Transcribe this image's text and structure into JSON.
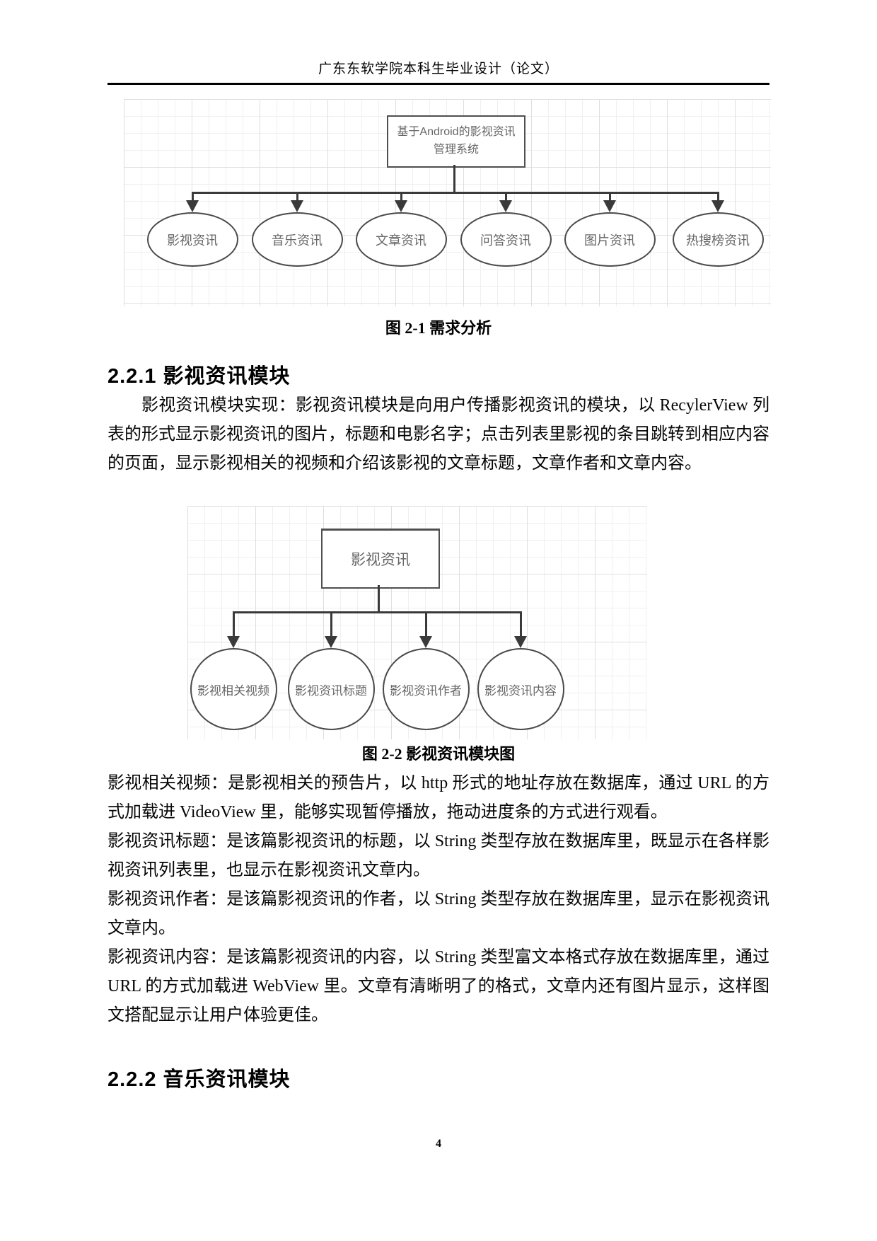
{
  "colors": {
    "diagram_line": "#3a3a3a",
    "diagram_border": "#4a4a4a",
    "diagram_text": "#666666",
    "grid_line": "#e8e8e8",
    "body_text": "#060606"
  },
  "header": {
    "title": "广东东软学院本科生毕业设计（论文）"
  },
  "figure1": {
    "root_line1": "基于Android的影视资讯",
    "root_line2": "管理系统",
    "nodes": [
      "影视资讯",
      "音乐资讯",
      "文章资讯",
      "问答资讯",
      "图片资讯",
      "热搜榜资讯"
    ],
    "caption": "图 2-1  需求分析"
  },
  "section_221": {
    "heading": "2.2.1 影视资讯模块",
    "paragraph": "影视资讯模块实现：影视资讯模块是向用户传播影视资讯的模块，以 RecylerView 列表的形式显示影视资讯的图片，标题和电影名字；点击列表里影视的条目跳转到相应内容的页面，显示影视相关的视频和介绍该影视的文章标题，文章作者和文章内容。"
  },
  "figure2": {
    "root": "影视资讯",
    "nodes": [
      "影视相关视频",
      "影视资讯标题",
      "影视资讯作者",
      "影视资讯内容"
    ],
    "caption": "图 2-2  影视资讯模块图"
  },
  "descriptions": [
    "影视相关视频：是影视相关的预告片，以 http 形式的地址存放在数据库，通过 URL 的方式加载进 VideoView 里，能够实现暂停播放，拖动进度条的方式进行观看。",
    "影视资讯标题：是该篇影视资讯的标题，以 String 类型存放在数据库里，既显示在各样影视资讯列表里，也显示在影视资讯文章内。",
    "影视资讯作者：是该篇影视资讯的作者，以 String 类型存放在数据库里，显示在影视资讯文章内。",
    "影视资讯内容：是该篇影视资讯的内容，以 String 类型富文本格式存放在数据库里，通过 URL 的方式加载进 WebView 里。文章有清晰明了的格式，文章内还有图片显示，这样图文搭配显示让用户体验更佳。"
  ],
  "section_222": {
    "heading": "2.2.2 音乐资讯模块"
  },
  "footer": {
    "page_number": "4"
  }
}
